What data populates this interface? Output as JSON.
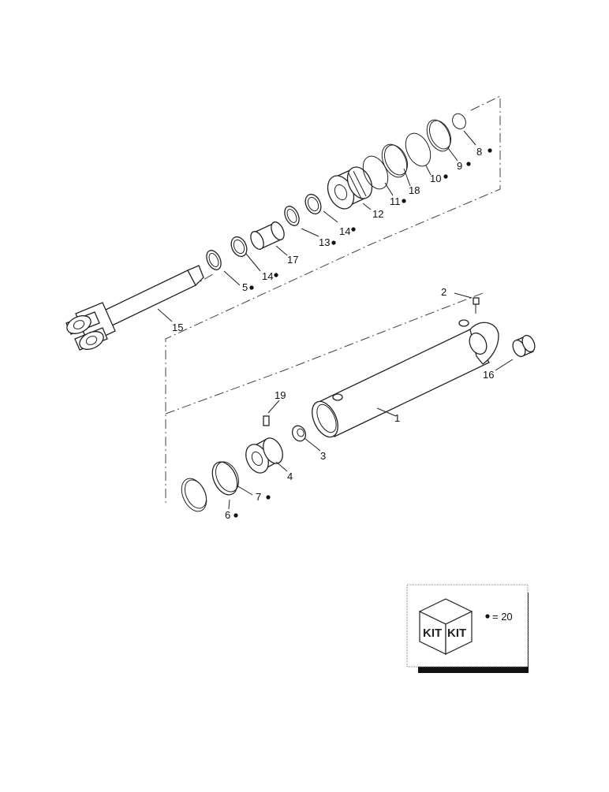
{
  "callouts": [
    {
      "id": "c1",
      "label": "1",
      "kit": false
    },
    {
      "id": "c2",
      "label": "2",
      "kit": false
    },
    {
      "id": "c3",
      "label": "3",
      "kit": false
    },
    {
      "id": "c4",
      "label": "4",
      "kit": false
    },
    {
      "id": "c5",
      "label": "5",
      "kit": true
    },
    {
      "id": "c6",
      "label": "6",
      "kit": true
    },
    {
      "id": "c7",
      "label": "7",
      "kit": true
    },
    {
      "id": "c8",
      "label": "8",
      "kit": true
    },
    {
      "id": "c9",
      "label": "9",
      "kit": true
    },
    {
      "id": "c10",
      "label": "10",
      "kit": true
    },
    {
      "id": "c11",
      "label": "11",
      "kit": true
    },
    {
      "id": "c12",
      "label": "12",
      "kit": false
    },
    {
      "id": "c13",
      "label": "13",
      "kit": true
    },
    {
      "id": "c14a",
      "label": "14",
      "kit": true
    },
    {
      "id": "c14b",
      "label": "14",
      "kit": true
    },
    {
      "id": "c15",
      "label": "15",
      "kit": false
    },
    {
      "id": "c16",
      "label": "16",
      "kit": false
    },
    {
      "id": "c17",
      "label": "17",
      "kit": false
    },
    {
      "id": "c18",
      "label": "18",
      "kit": false
    },
    {
      "id": "c19",
      "label": "19",
      "kit": false
    }
  ],
  "legend": {
    "kit_face_left": "KIT",
    "kit_face_right": "KIT",
    "kit_note": "= 20"
  }
}
